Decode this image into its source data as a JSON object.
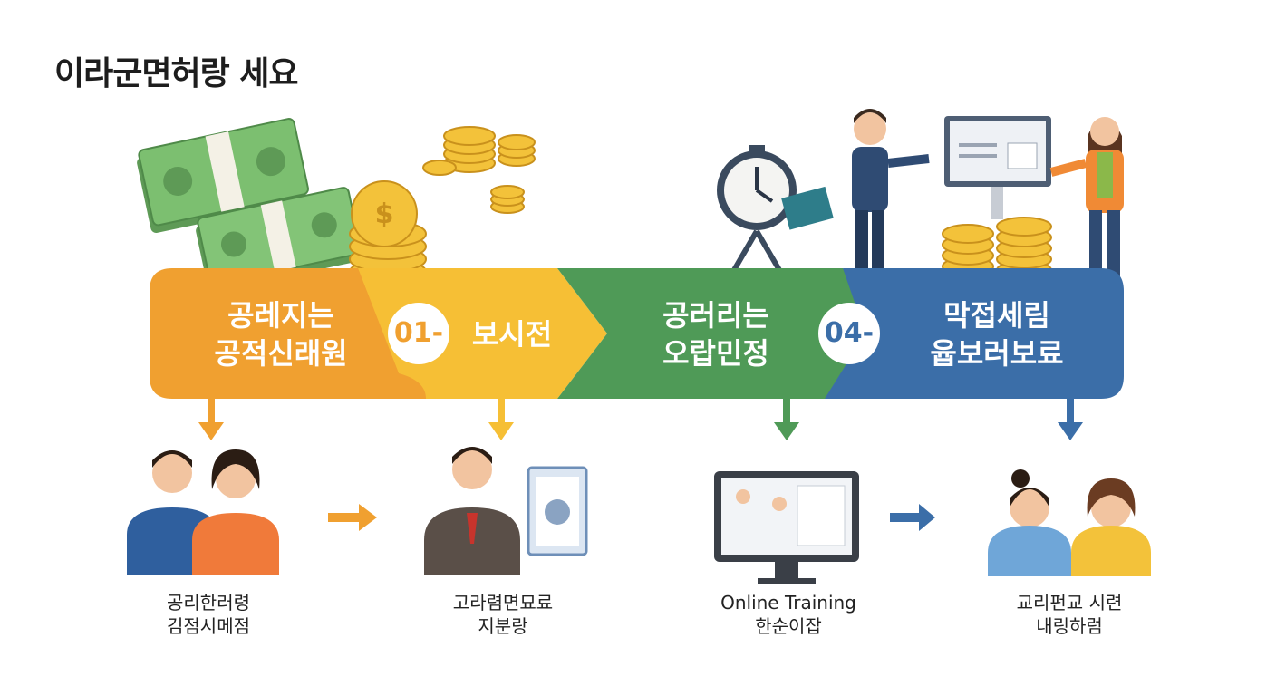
{
  "page_title": "이라군면허랑 세요",
  "colors": {
    "orange": "#f0a030",
    "yellow": "#f6bf35",
    "green": "#4f9a57",
    "blue": "#3b6ea8",
    "coin": "#f3c23a",
    "bill": "#74b36b"
  },
  "stages": [
    {
      "line1": "공레지는",
      "line2": "공적신래원",
      "color": "orange"
    },
    {
      "badge": "01-",
      "line1": "보시전",
      "color": "yellow"
    },
    {
      "line1": "공러리는",
      "line2": "오랍민정",
      "color": "green"
    },
    {
      "badge": "04-",
      "line1": "막접세림",
      "line2": "윱보러보료",
      "color": "blue"
    }
  ],
  "outcomes": [
    {
      "line1": "공리한러령",
      "line2": "김점시메점",
      "icon": "team-people-icon"
    },
    {
      "line1": "고라렴면묘료",
      "line2": "지분랑",
      "icon": "presenter-clipboard-icon"
    },
    {
      "line1": "Online Training",
      "line2": "한순이잡",
      "icon": "monitor-video-icon"
    },
    {
      "line1": "교리펀교 시련",
      "line2": "내링하럼",
      "icon": "two-women-icon"
    }
  ]
}
